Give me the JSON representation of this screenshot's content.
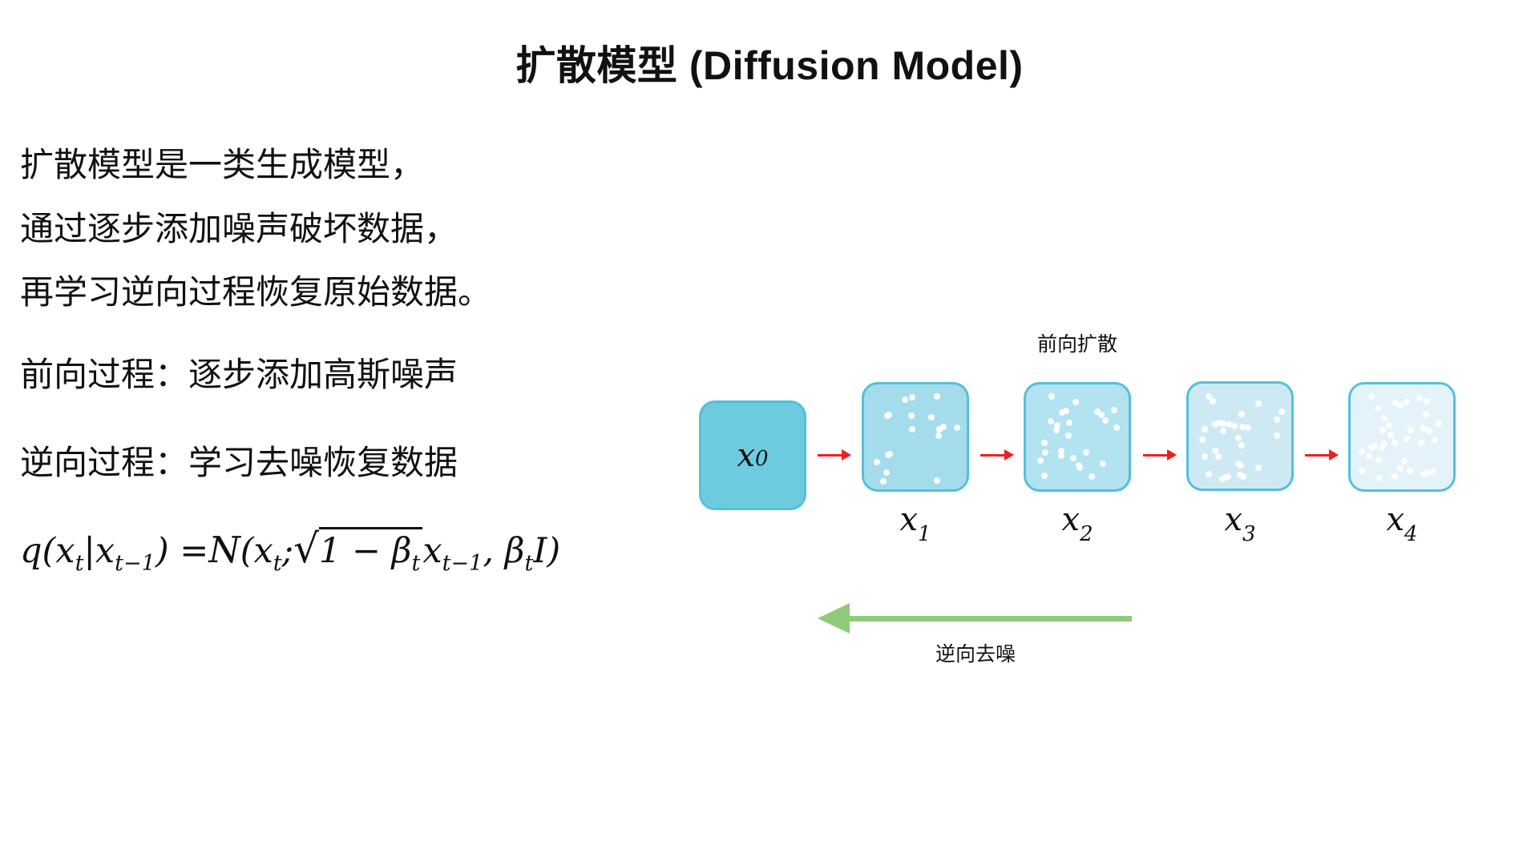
{
  "title": "扩散模型 (Diffusion Model)",
  "intro_lines": [
    "扩散模型是一类生成模型，",
    "通过逐步添加噪声破坏数据，",
    "再学习逆向过程恢复原始数据。"
  ],
  "forward_line": "前向过程：逐步添加高斯噪声",
  "reverse_line": "逆向过程：学习去噪恢复数据",
  "formula": {
    "latex": "q(x_t | x_{t-1}) = N(x_t; sqrt(1 - β_t) x_{t-1}, β_t I)",
    "parts": [
      "q(x",
      "t",
      "|x",
      "t−1",
      ") = ",
      "N",
      "(x",
      "t",
      "; ",
      "√",
      "1 − β",
      "t",
      "x",
      "t−1",
      ", β",
      "t",
      "I)"
    ]
  },
  "diagram": {
    "forward_label": "前向扩散",
    "reverse_label": "逆向去噪",
    "boxes": [
      {
        "label": "x",
        "sub": "0",
        "fill": "#6ecbdf",
        "dots": 0
      },
      {
        "label": "x",
        "sub": "1",
        "fill": "#a4dcec",
        "dots": 18
      },
      {
        "label": "x",
        "sub": "2",
        "fill": "#b3e2f0",
        "dots": 26
      },
      {
        "label": "x",
        "sub": "3",
        "fill": "#cdeaf4",
        "dots": 31
      },
      {
        "label": "x",
        "sub": "4",
        "fill": "#e4f3fa",
        "dots": 36
      }
    ],
    "colors": {
      "box_border": "#54c0d8",
      "forward_arrow": "#ee1f24",
      "reverse_arrow": "#8fcb78",
      "dot": "#ffffff",
      "text": "#111111"
    }
  }
}
